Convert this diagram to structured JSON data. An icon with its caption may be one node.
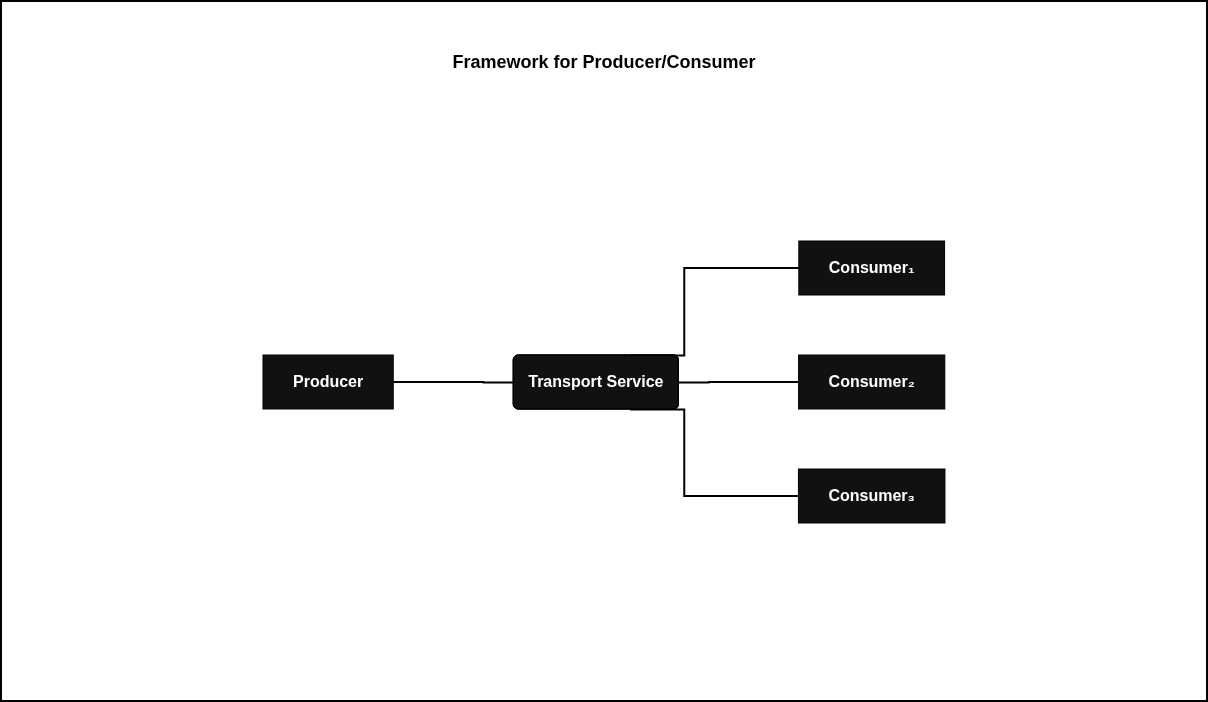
{
  "diagram": {
    "title": "Framework for Producer/Consumer",
    "nodes": [
      {
        "text": [
          "Producer"
        ]
      },
      {
        "text": [
          "Transport Service"
        ]
      },
      {
        "text": [
          "Consumer₁"
        ]
      },
      {
        "text": [
          "Consumer₂"
        ]
      },
      {
        "text": [
          "Consumer₃"
        ]
      }
    ],
    "edges": [
      {
        "from": 0,
        "to": 1,
        "arrow": "none"
      },
      {
        "from": 1,
        "to": 2,
        "arrow": "none"
      },
      {
        "from": 1,
        "to": 3,
        "arrow": "none"
      },
      {
        "from": 1,
        "to": 4,
        "arrow": "none"
      }
    ]
  }
}
